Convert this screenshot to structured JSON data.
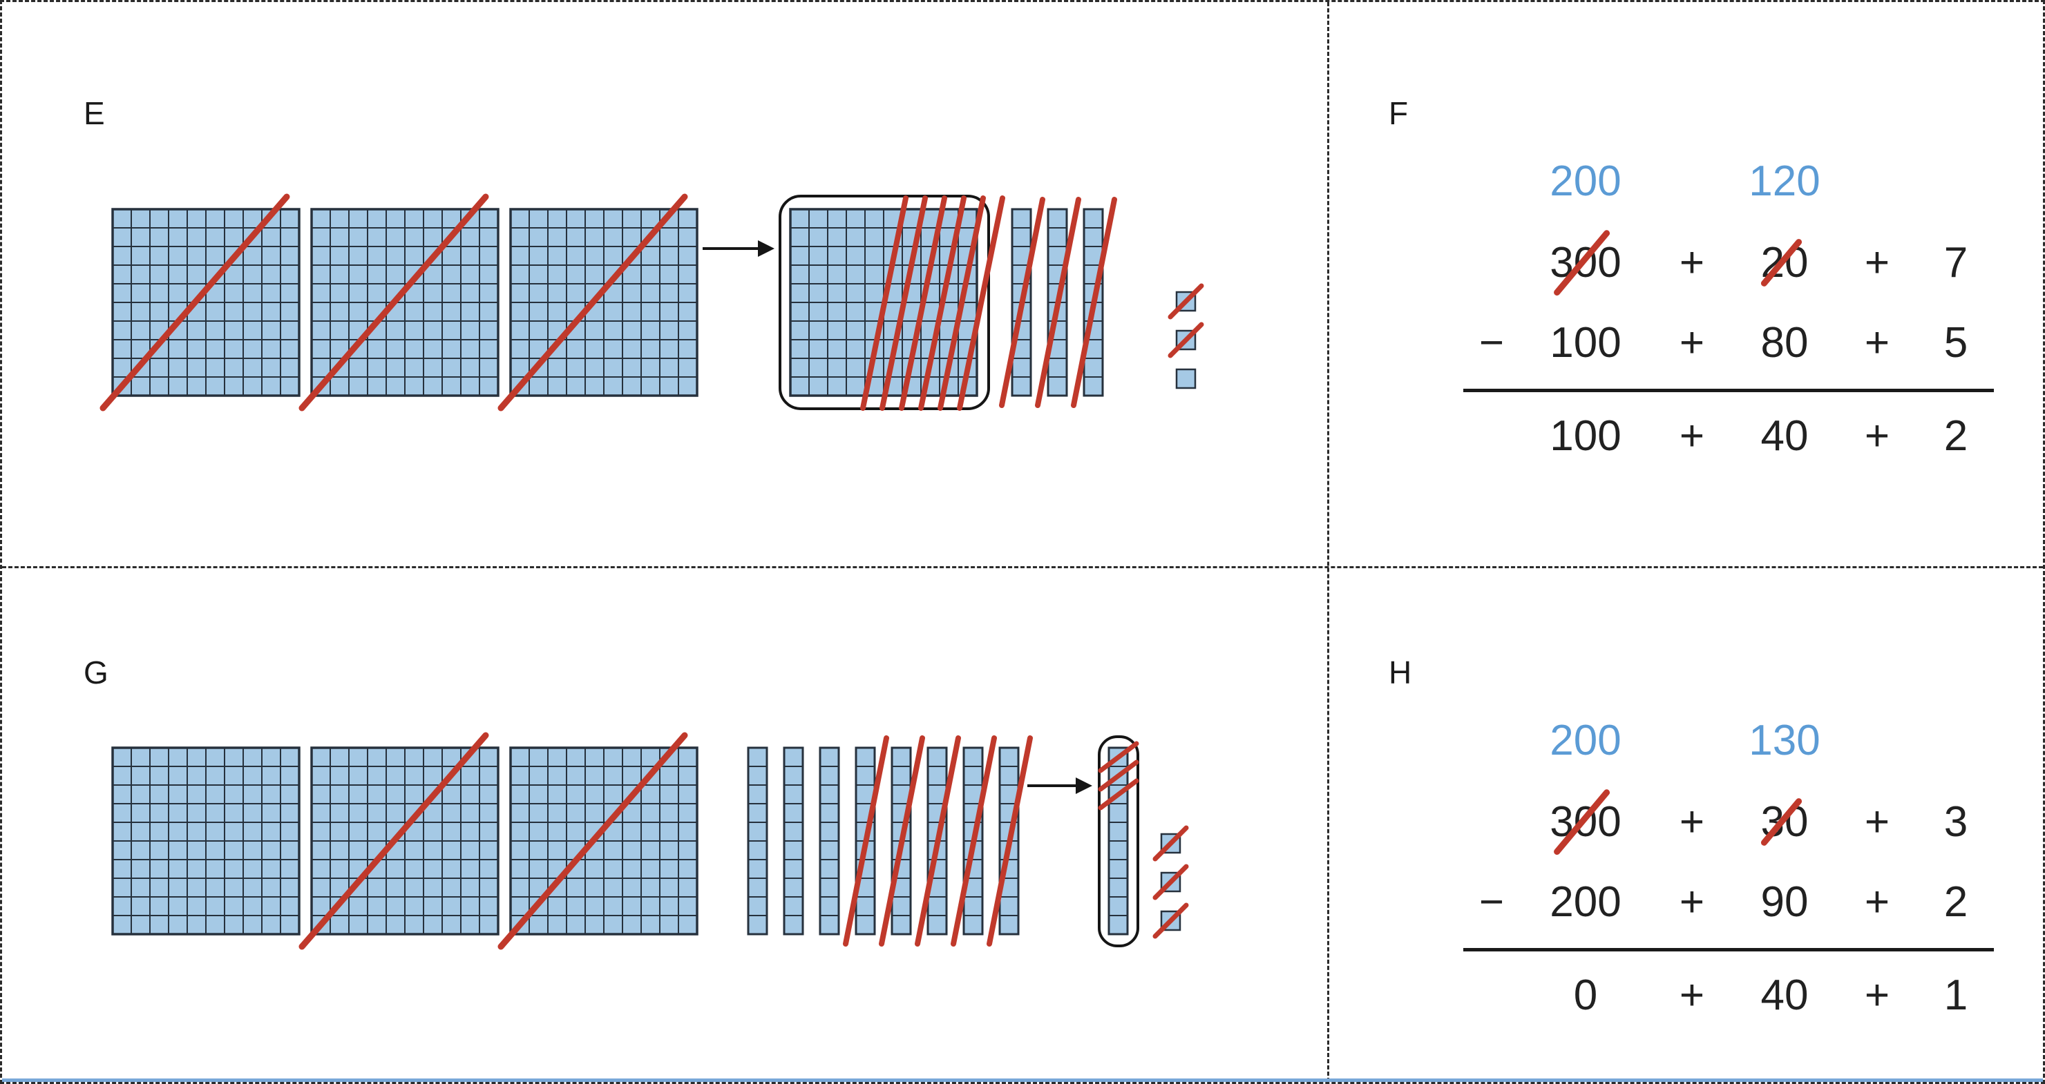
{
  "colors": {
    "block_fill": "#a5c9e5",
    "grid_line": "#26313d",
    "red": "#c0392b",
    "blue": "#5b9bd5",
    "text": "#212121",
    "outline": "#151515"
  },
  "panels": {
    "E": {
      "label": "E",
      "blocks": {
        "hundreds": [
          {
            "slashed": true
          },
          {
            "slashed": true
          },
          {
            "slashed": true
          }
        ],
        "has_arrow": true,
        "decomposed_hundred": {
          "outlined": true,
          "tens_crossed": 6
        },
        "rods": [
          {
            "slashed": true
          },
          {
            "slashed": true
          },
          {
            "slashed": true
          }
        ],
        "units": [
          {
            "slashed": true
          },
          {
            "slashed": true
          },
          {
            "slashed": false
          }
        ]
      }
    },
    "F": {
      "label": "F",
      "plus": "+",
      "minus": "−",
      "regrouped": {
        "hundreds": "200",
        "tens": "120"
      },
      "minuend": {
        "hundreds": "300",
        "tens": "20",
        "ones": "7",
        "hundreds_crossed": true,
        "tens_crossed": true
      },
      "subtrahend": {
        "hundreds": "100",
        "tens": "80",
        "ones": "5"
      },
      "difference": {
        "hundreds": "100",
        "tens": "40",
        "ones": "2"
      }
    },
    "G": {
      "label": "G",
      "blocks": {
        "hundreds": [
          {
            "slashed": false
          },
          {
            "slashed": true
          },
          {
            "slashed": true
          }
        ],
        "rods": [
          {
            "slashed": false
          },
          {
            "slashed": false
          },
          {
            "slashed": false
          },
          {
            "slashed": true
          },
          {
            "slashed": true
          },
          {
            "slashed": true
          },
          {
            "slashed": true
          },
          {
            "slashed": true
          }
        ],
        "has_arrow": true,
        "decomposed_rod": {
          "outlined": true,
          "ones_crossed": 3
        },
        "units": [
          {
            "slashed": true
          },
          {
            "slashed": true
          },
          {
            "slashed": true
          }
        ]
      }
    },
    "H": {
      "label": "H",
      "plus": "+",
      "minus": "−",
      "regrouped": {
        "hundreds": "200",
        "tens": "130"
      },
      "minuend": {
        "hundreds": "300",
        "tens": "30",
        "ones": "3",
        "hundreds_crossed": true,
        "tens_crossed": true
      },
      "subtrahend": {
        "hundreds": "200",
        "tens": "90",
        "ones": "2"
      },
      "difference": {
        "hundreds": "0",
        "tens": "40",
        "ones": "1"
      }
    }
  }
}
